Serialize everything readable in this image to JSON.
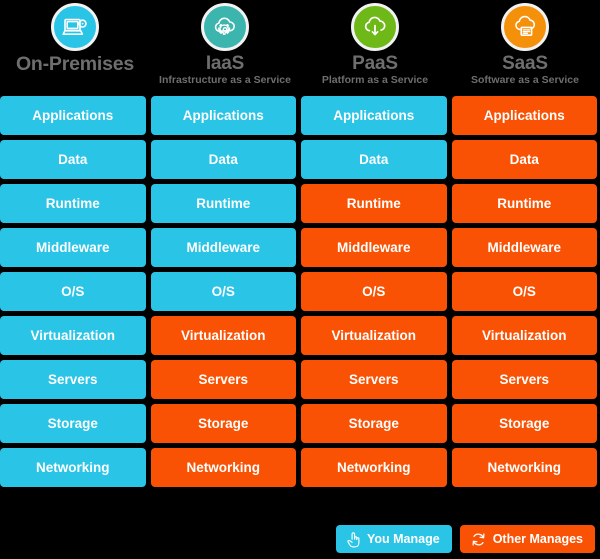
{
  "columns": [
    {
      "id": "on-premises",
      "title": "On-Premises",
      "subtitle": "",
      "icon": "laptop-disc-icon",
      "icon_color": "#29C4E6"
    },
    {
      "id": "iaas",
      "title": "IaaS",
      "subtitle": "Infrastructure as a Service",
      "icon": "cloud-gear-icon",
      "icon_color": "#3BB5AE"
    },
    {
      "id": "paas",
      "title": "PaaS",
      "subtitle": "Platform as a Service",
      "icon": "cloud-download-icon",
      "icon_color": "#6EB818"
    },
    {
      "id": "saas",
      "title": "SaaS",
      "subtitle": "Software as a Service",
      "icon": "cloud-document-icon",
      "icon_color": "#F5900B"
    }
  ],
  "layers": [
    "Applications",
    "Data",
    "Runtime",
    "Middleware",
    "O/S",
    "Virtualization",
    "Servers",
    "Storage",
    "Networking"
  ],
  "matrix": [
    {
      "layer": "Applications",
      "cells": [
        "you",
        "you",
        "you",
        "other"
      ]
    },
    {
      "layer": "Data",
      "cells": [
        "you",
        "you",
        "you",
        "other"
      ]
    },
    {
      "layer": "Runtime",
      "cells": [
        "you",
        "you",
        "other",
        "other"
      ]
    },
    {
      "layer": "Middleware",
      "cells": [
        "you",
        "you",
        "other",
        "other"
      ]
    },
    {
      "layer": "O/S",
      "cells": [
        "you",
        "you",
        "other",
        "other"
      ]
    },
    {
      "layer": "Virtualization",
      "cells": [
        "you",
        "other",
        "other",
        "other"
      ]
    },
    {
      "layer": "Servers",
      "cells": [
        "you",
        "other",
        "other",
        "other"
      ]
    },
    {
      "layer": "Storage",
      "cells": [
        "you",
        "other",
        "other",
        "other"
      ]
    },
    {
      "layer": "Networking",
      "cells": [
        "you",
        "other",
        "other",
        "other"
      ]
    }
  ],
  "legend": [
    {
      "id": "you-manage",
      "label": "You Manage",
      "icon": "pointing-hand-icon",
      "color": "#29C4E6"
    },
    {
      "id": "other-manages",
      "label": "Other Manages",
      "icon": "cycle-arrows-icon",
      "color": "#F95204"
    }
  ],
  "colors": {
    "you_manage": "#29C4E6",
    "other_manages": "#F95204",
    "background": "#000000",
    "title_text": "#6E6E6E",
    "cell_text": "#FFFFFF"
  }
}
